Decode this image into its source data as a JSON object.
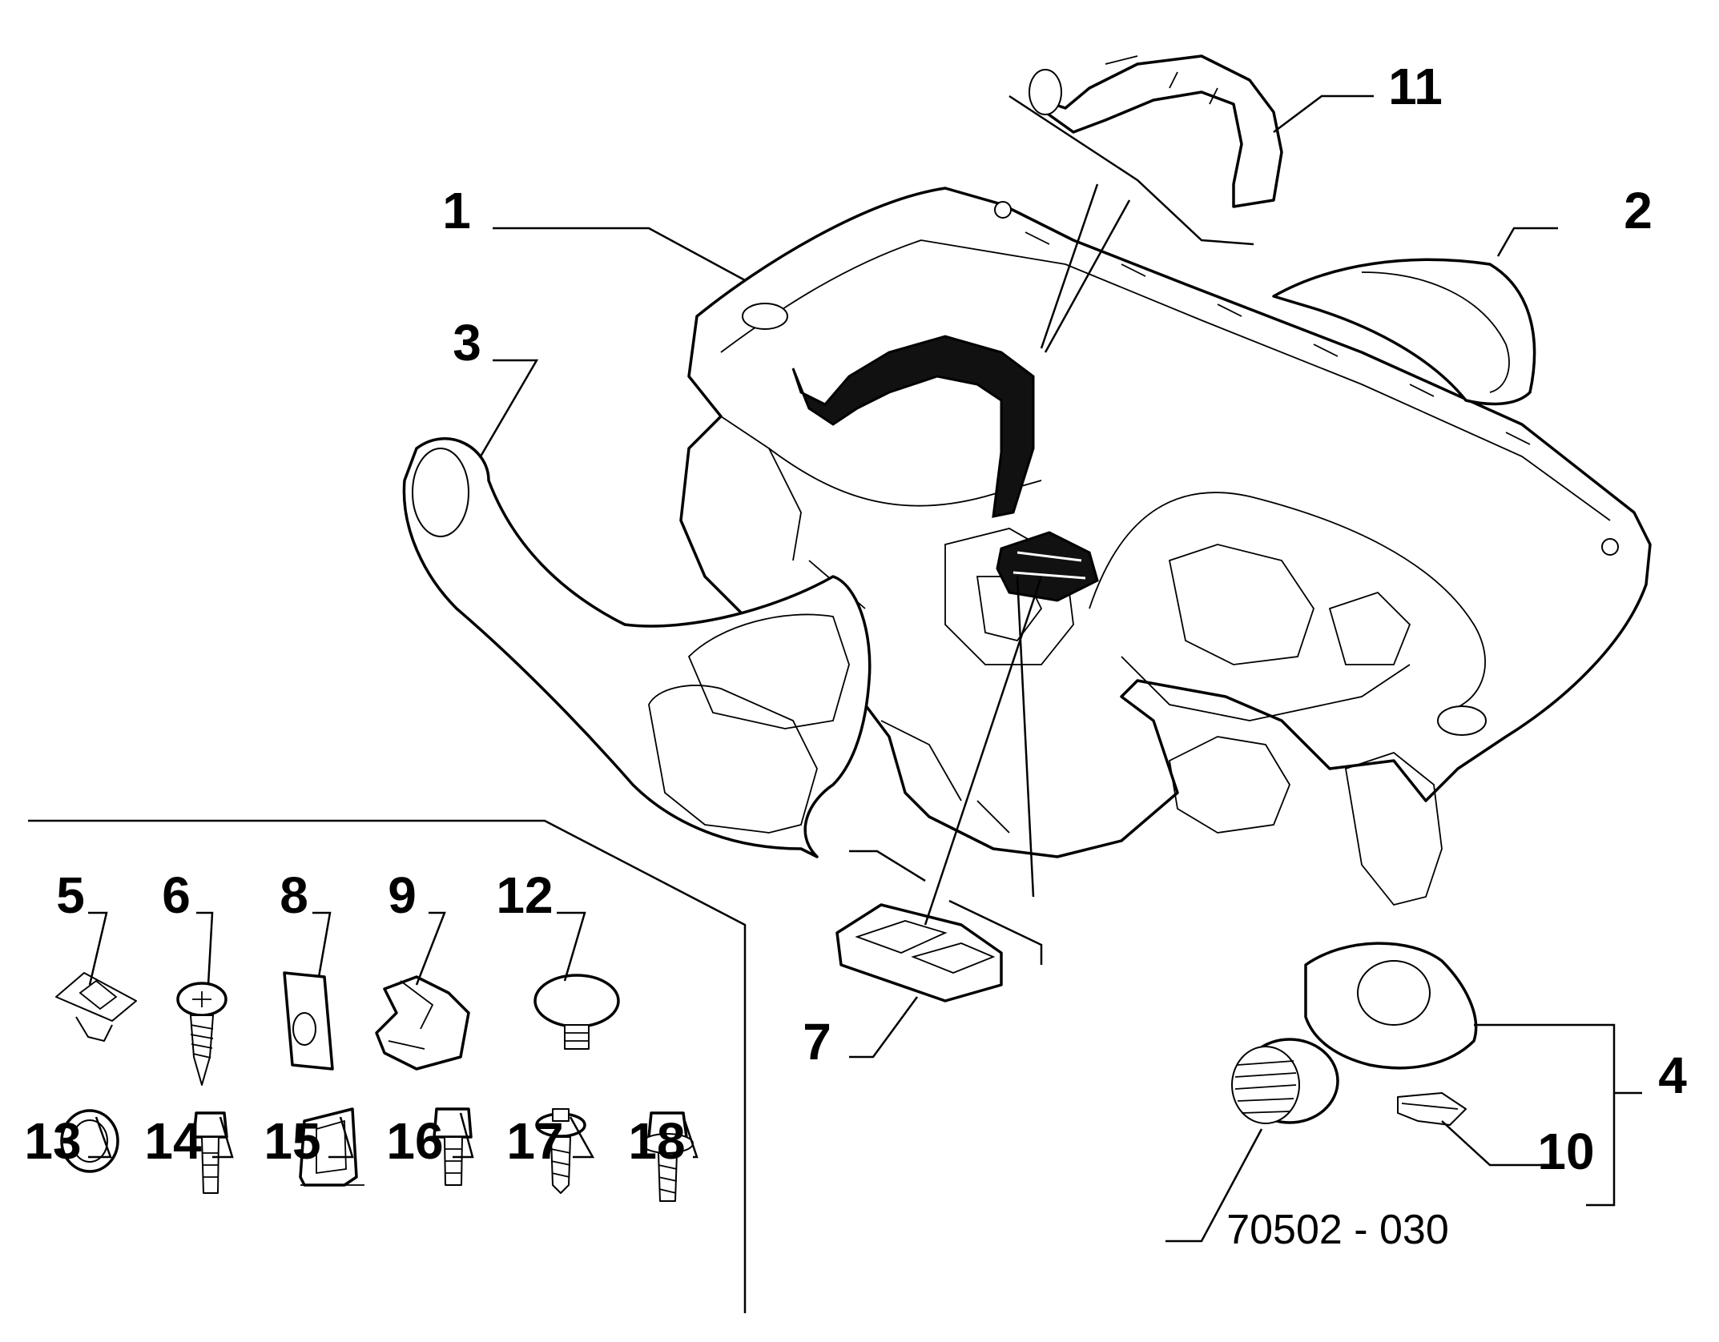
{
  "diagram": {
    "drawing_code": "70502 - 030",
    "callouts": [
      {
        "id": "callout-1",
        "label": "1"
      },
      {
        "id": "callout-2",
        "label": "2"
      },
      {
        "id": "callout-3",
        "label": "3"
      },
      {
        "id": "callout-4",
        "label": "4"
      },
      {
        "id": "callout-5",
        "label": "5"
      },
      {
        "id": "callout-6",
        "label": "6"
      },
      {
        "id": "callout-7",
        "label": "7"
      },
      {
        "id": "callout-8",
        "label": "8"
      },
      {
        "id": "callout-9",
        "label": "9"
      },
      {
        "id": "callout-10",
        "label": "10"
      },
      {
        "id": "callout-11",
        "label": "11"
      },
      {
        "id": "callout-12",
        "label": "12"
      },
      {
        "id": "callout-13",
        "label": "13"
      },
      {
        "id": "callout-14",
        "label": "14"
      },
      {
        "id": "callout-15",
        "label": "15"
      },
      {
        "id": "callout-16",
        "label": "16"
      },
      {
        "id": "callout-17",
        "label": "17"
      },
      {
        "id": "callout-18",
        "label": "18"
      }
    ]
  }
}
